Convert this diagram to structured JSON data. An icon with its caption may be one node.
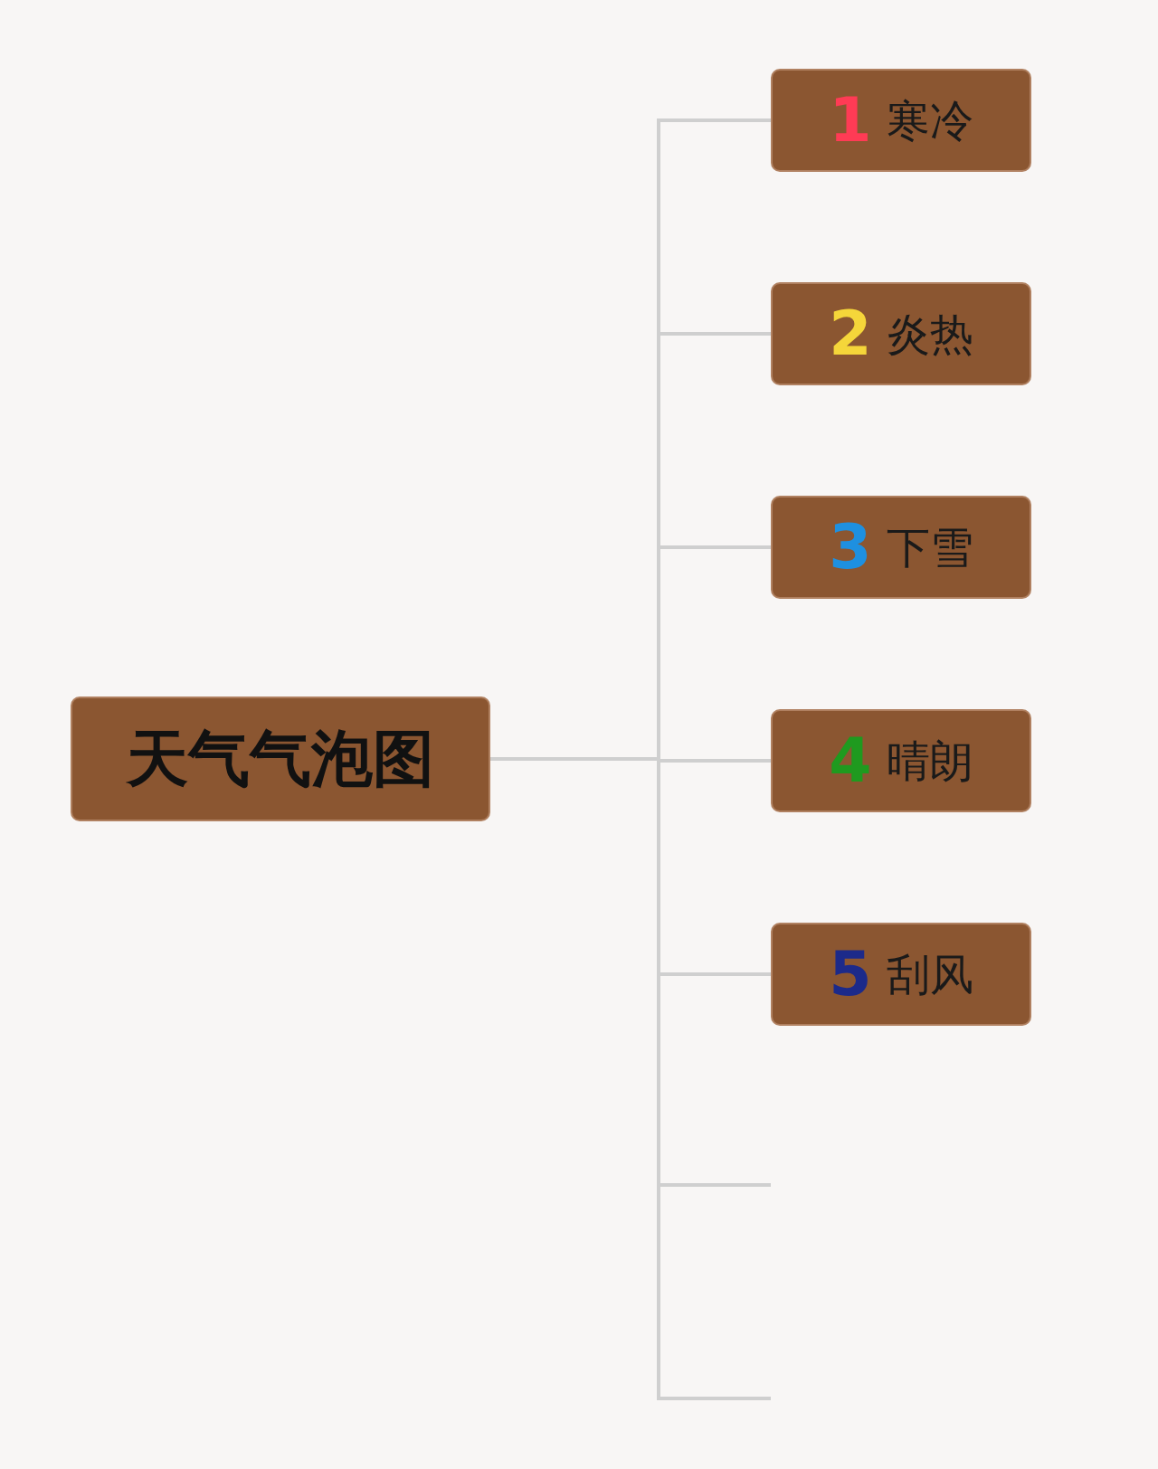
{
  "diagram": {
    "nodes": [
      {
        "text": [
          "天气气泡图"
        ]
      },
      {
        "text": [
          "1",
          "寒冷"
        ]
      },
      {
        "text": [
          "2",
          "炎热"
        ]
      },
      {
        "text": [
          "3",
          "下雪"
        ]
      },
      {
        "text": [
          "4",
          "晴朗"
        ]
      },
      {
        "text": [
          "5",
          "刮风"
        ]
      }
    ],
    "edges": [
      {
        "from": 0,
        "to": 1,
        "arrow": "none"
      },
      {
        "from": 0,
        "to": 2,
        "arrow": "none"
      },
      {
        "from": 0,
        "to": 3,
        "arrow": "none"
      },
      {
        "from": 0,
        "to": 4,
        "arrow": "none"
      },
      {
        "from": 0,
        "to": 5,
        "arrow": "none"
      },
      {
        "from": 0,
        "to": null,
        "arrow": "none"
      },
      {
        "from": 0,
        "to": null,
        "arrow": "none"
      }
    ]
  }
}
